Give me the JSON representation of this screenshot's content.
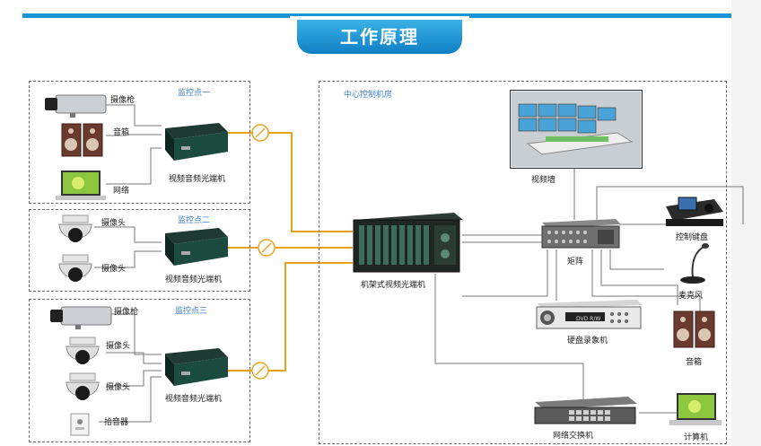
{
  "title": "工作原理",
  "sites": [
    {
      "name": "监控点一",
      "device": "视频音频光端机",
      "items": [
        "摄像枪",
        "音箱",
        "网络"
      ]
    },
    {
      "name": "监控点二",
      "device": "视频音频光端机",
      "items": [
        "摄像头",
        "摄像头"
      ]
    },
    {
      "name": "监控点三",
      "device": "视频音频光端机",
      "items": [
        "摄像枪",
        "摄像头",
        "摄像头",
        "拾音器"
      ]
    }
  ],
  "center": {
    "name": "中心控制机房",
    "rack": "机架式视频光端机",
    "matrix": "矩阵",
    "video_wall": "视频墙",
    "keyboard": "控制键盘",
    "microphone": "麦克风",
    "dvr": "硬盘录象机",
    "speaker": "音箱",
    "switch": "网络交换机",
    "computer": "计算机",
    "dvr_brand": "DVD R/W"
  },
  "colors": {
    "fiber": "#e8a21a",
    "accent": "#1b95d6",
    "zone_label": "#3f7fd0"
  }
}
